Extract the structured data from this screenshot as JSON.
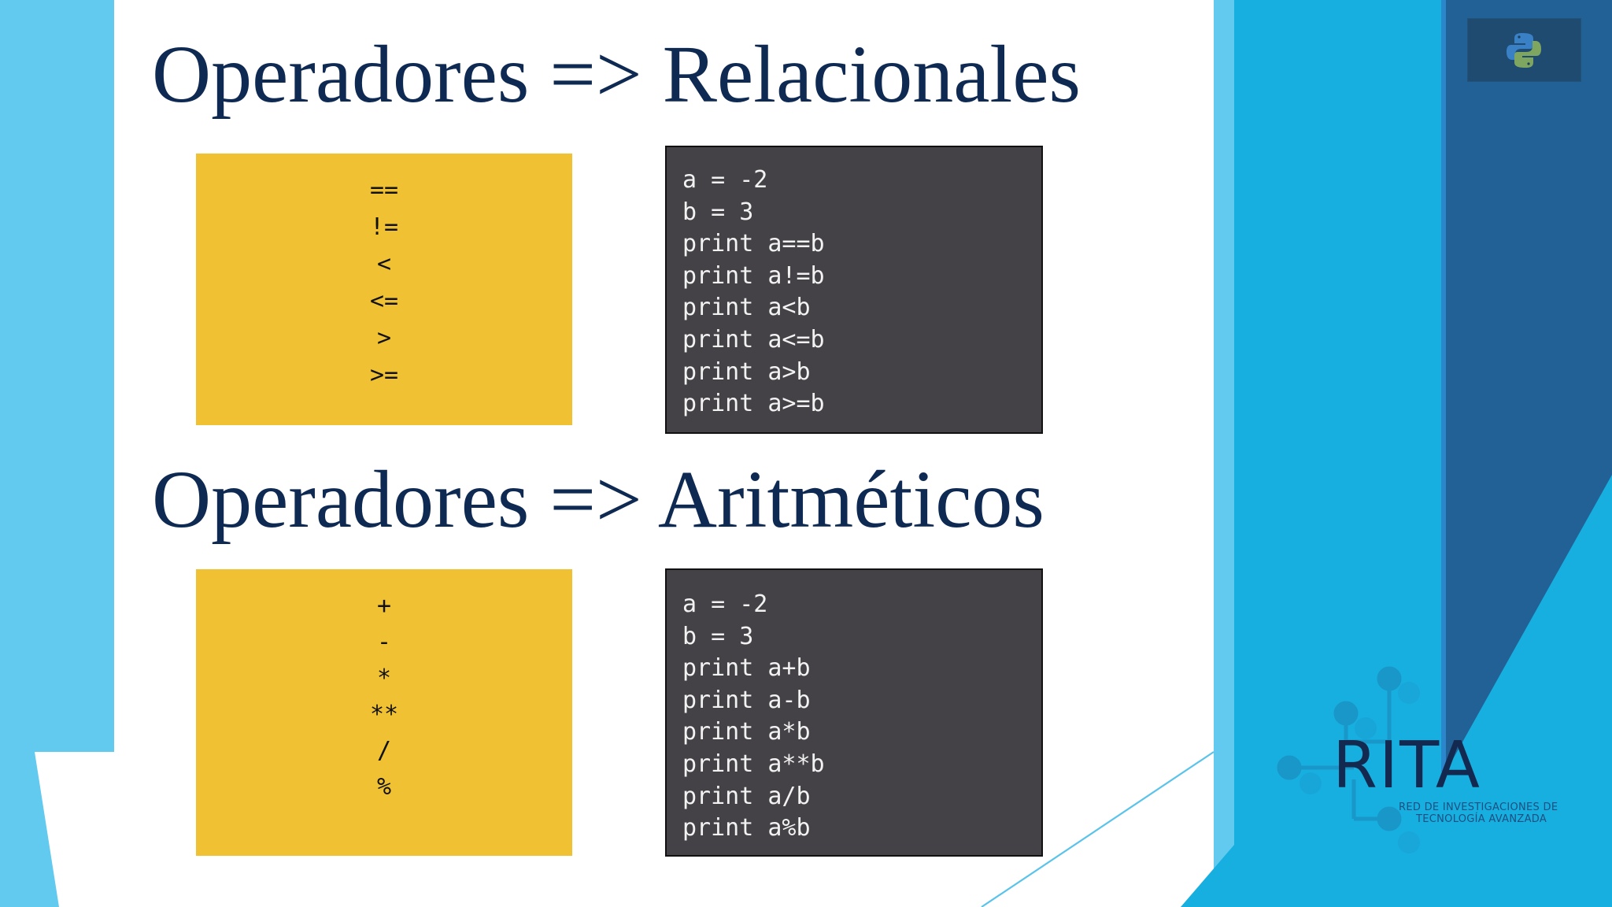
{
  "slide": {
    "sections": [
      {
        "title": "Operadores => Relacionales",
        "operators": [
          "==",
          "!=",
          "<",
          "<=",
          ">",
          ">="
        ],
        "code": [
          "a = -2",
          "b = 3",
          "print a==b",
          "print a!=b",
          "print a<b",
          "print a<=b",
          "print a>b",
          "print a>=b"
        ]
      },
      {
        "title": "Operadores => Aritméticos",
        "operators": [
          "+",
          "-",
          "*",
          "**",
          "/",
          "%"
        ],
        "code": [
          "a = -2",
          "b = 3",
          "print a+b",
          "print a-b",
          "print a*b",
          "print a**b",
          "print a/b",
          "print a%b"
        ]
      }
    ]
  },
  "branding": {
    "logo_icon": "python-logo-icon",
    "org_name": "RITA",
    "org_subtitle_line1": "RED DE INVESTIGACIONES DE",
    "org_subtitle_line2": "TECNOLOGÍA AVANZADA"
  },
  "colors": {
    "title": "#0f2a52",
    "operator_box": "#f0c233",
    "code_box": "#444246",
    "light_blue": "#62c9ef",
    "bright_blue": "#17afe0",
    "dark_blue": "#226196"
  }
}
